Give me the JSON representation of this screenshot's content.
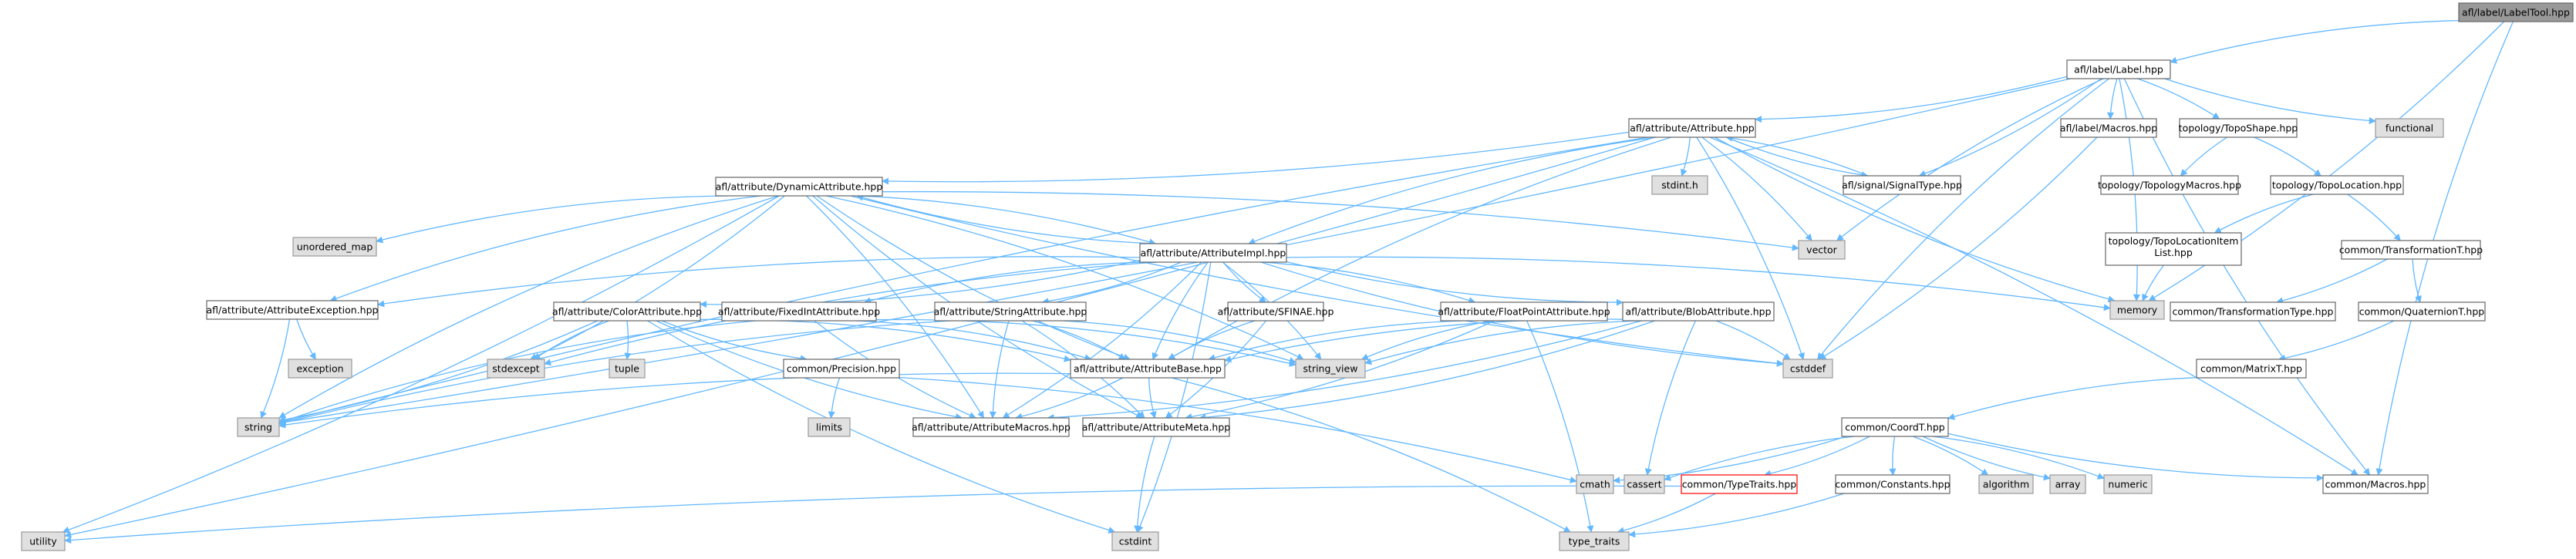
{
  "colors": {
    "edge": "#63b8ff",
    "root_fill": "#999999",
    "root_border": "#666666",
    "file_fill": "#ffffff",
    "file_border": "#666666",
    "system_fill": "#e0e0e0",
    "system_border": "#999999",
    "highlight_border": "#ff0000"
  },
  "nodes": [
    {
      "id": "labeltool",
      "label": "afl/label/LabelTool.hpp",
      "kind": "root"
    },
    {
      "id": "label",
      "label": "afl/label/Label.hpp",
      "kind": "file"
    },
    {
      "id": "attribute",
      "label": "afl/attribute/Attribute.hpp",
      "kind": "file"
    },
    {
      "id": "macros",
      "label": "afl/label/Macros.hpp",
      "kind": "file"
    },
    {
      "id": "topshape",
      "label": "topology/TopoShape.hpp",
      "kind": "file"
    },
    {
      "id": "functional",
      "label": "functional",
      "kind": "system"
    },
    {
      "id": "stdinth",
      "label": "stdint.h",
      "kind": "system"
    },
    {
      "id": "signaltype",
      "label": "afl/signal/SignalType.hpp",
      "kind": "file"
    },
    {
      "id": "topmacros",
      "label": "topology/TopologyMacros.hpp",
      "kind": "file"
    },
    {
      "id": "toploc",
      "label": "topology/TopoLocation.hpp",
      "kind": "file"
    },
    {
      "id": "dynattr",
      "label": "afl/attribute/DynamicAttribute.hpp",
      "kind": "file"
    },
    {
      "id": "unordered_map",
      "label": "unordered_map",
      "kind": "system"
    },
    {
      "id": "vector",
      "label": "vector",
      "kind": "system"
    },
    {
      "id": "toplocitem",
      "label": "topology/TopoLocationItem\nList.hpp",
      "kind": "file"
    },
    {
      "id": "transT",
      "label": "common/TransformationT.hpp",
      "kind": "file"
    },
    {
      "id": "attrimpl",
      "label": "afl/attribute/AttributeImpl.hpp",
      "kind": "file"
    },
    {
      "id": "memory",
      "label": "memory",
      "kind": "system"
    },
    {
      "id": "attrexc",
      "label": "afl/attribute/AttributeException.hpp",
      "kind": "file"
    },
    {
      "id": "colorattr",
      "label": "afl/attribute/ColorAttribute.hpp",
      "kind": "file"
    },
    {
      "id": "fixedint",
      "label": "afl/attribute/FixedIntAttribute.hpp",
      "kind": "file"
    },
    {
      "id": "stringattr",
      "label": "afl/attribute/StringAttribute.hpp",
      "kind": "file"
    },
    {
      "id": "sfinae",
      "label": "afl/attribute/SFINAE.hpp",
      "kind": "file"
    },
    {
      "id": "floatattr",
      "label": "afl/attribute/FloatPointAttribute.hpp",
      "kind": "file"
    },
    {
      "id": "blobattr",
      "label": "afl/attribute/BlobAttribute.hpp",
      "kind": "file"
    },
    {
      "id": "transtype",
      "label": "common/TransformationType.hpp",
      "kind": "file"
    },
    {
      "id": "quatT",
      "label": "common/QuaternionT.hpp",
      "kind": "file"
    },
    {
      "id": "exception",
      "label": "exception",
      "kind": "system"
    },
    {
      "id": "stdexcept",
      "label": "stdexcept",
      "kind": "system"
    },
    {
      "id": "tuple",
      "label": "tuple",
      "kind": "system"
    },
    {
      "id": "precision",
      "label": "common/Precision.hpp",
      "kind": "file"
    },
    {
      "id": "attrbase",
      "label": "afl/attribute/AttributeBase.hpp",
      "kind": "file"
    },
    {
      "id": "string_view",
      "label": "string_view",
      "kind": "system"
    },
    {
      "id": "cstddef",
      "label": "cstddef",
      "kind": "system"
    },
    {
      "id": "matrixT",
      "label": "common/MatrixT.hpp",
      "kind": "file"
    },
    {
      "id": "string",
      "label": "string",
      "kind": "system"
    },
    {
      "id": "limits",
      "label": "limits",
      "kind": "system"
    },
    {
      "id": "attrmacros",
      "label": "afl/attribute/AttributeMacros.hpp",
      "kind": "file"
    },
    {
      "id": "attrmeta",
      "label": "afl/attribute/AttributeMeta.hpp",
      "kind": "file"
    },
    {
      "id": "coordT",
      "label": "common/CoordT.hpp",
      "kind": "file"
    },
    {
      "id": "cmath",
      "label": "cmath",
      "kind": "system"
    },
    {
      "id": "cassert",
      "label": "cassert",
      "kind": "system"
    },
    {
      "id": "typetraitshpp",
      "label": "common/TypeTraits.hpp",
      "kind": "highlight"
    },
    {
      "id": "constants",
      "label": "common/Constants.hpp",
      "kind": "file"
    },
    {
      "id": "algorithm",
      "label": "algorithm",
      "kind": "system"
    },
    {
      "id": "array",
      "label": "array",
      "kind": "system"
    },
    {
      "id": "numeric",
      "label": "numeric",
      "kind": "system"
    },
    {
      "id": "cmacros",
      "label": "common/Macros.hpp",
      "kind": "file"
    },
    {
      "id": "cstdint",
      "label": "cstdint",
      "kind": "system"
    },
    {
      "id": "utility",
      "label": "utility",
      "kind": "system"
    },
    {
      "id": "type_traits",
      "label": "type_traits",
      "kind": "system"
    }
  ],
  "edges": [
    [
      "labeltool",
      "label"
    ],
    [
      "labeltool",
      "memory"
    ],
    [
      "labeltool",
      "cmacros"
    ],
    [
      "label",
      "attribute"
    ],
    [
      "label",
      "macros"
    ],
    [
      "label",
      "topshape"
    ],
    [
      "label",
      "functional"
    ],
    [
      "label",
      "signaltype"
    ],
    [
      "label",
      "vector"
    ],
    [
      "label",
      "memory"
    ],
    [
      "label",
      "cstddef"
    ],
    [
      "label",
      "string"
    ],
    [
      "label",
      "cmacros"
    ],
    [
      "attribute",
      "dynattr"
    ],
    [
      "attribute",
      "attrimpl"
    ],
    [
      "attribute",
      "stdinth"
    ],
    [
      "attribute",
      "signaltype"
    ],
    [
      "attribute",
      "vector"
    ],
    [
      "attribute",
      "memory"
    ],
    [
      "attribute",
      "cstddef"
    ],
    [
      "attribute",
      "string"
    ],
    [
      "attribute",
      "utility"
    ],
    [
      "attribute",
      "attrbase"
    ],
    [
      "attribute",
      "cmacros"
    ],
    [
      "signaltype",
      "attribute"
    ],
    [
      "macros",
      "cstddef"
    ],
    [
      "topshape",
      "topmacros"
    ],
    [
      "topshape",
      "toploc"
    ],
    [
      "toploc",
      "toplocitem"
    ],
    [
      "toploc",
      "transT"
    ],
    [
      "toplocitem",
      "memory"
    ],
    [
      "transT",
      "transtype"
    ],
    [
      "transT",
      "quatT"
    ],
    [
      "quatT",
      "matrixT"
    ],
    [
      "matrixT",
      "coordT"
    ],
    [
      "dynattr",
      "attrimpl"
    ],
    [
      "dynattr",
      "unordered_map"
    ],
    [
      "dynattr",
      "vector"
    ],
    [
      "dynattr",
      "attrexc"
    ],
    [
      "dynattr",
      "stdexcept"
    ],
    [
      "dynattr",
      "string"
    ],
    [
      "dynattr",
      "string_view"
    ],
    [
      "dynattr",
      "cstddef"
    ],
    [
      "dynattr",
      "utility"
    ],
    [
      "dynattr",
      "attrbase"
    ],
    [
      "dynattr",
      "attrmacros"
    ],
    [
      "dynattr",
      "attrmeta"
    ],
    [
      "attrimpl",
      "dynattr"
    ],
    [
      "attrimpl",
      "attrexc"
    ],
    [
      "attrimpl",
      "colorattr"
    ],
    [
      "attrimpl",
      "fixedint"
    ],
    [
      "attrimpl",
      "stringattr"
    ],
    [
      "attrimpl",
      "sfinae"
    ],
    [
      "attrimpl",
      "floatattr"
    ],
    [
      "attrimpl",
      "blobattr"
    ],
    [
      "attrimpl",
      "memory"
    ],
    [
      "attrimpl",
      "stdexcept"
    ],
    [
      "attrimpl",
      "string_view"
    ],
    [
      "attrimpl",
      "cstddef"
    ],
    [
      "attrimpl",
      "cstdint"
    ],
    [
      "attrimpl",
      "attrbase"
    ],
    [
      "attrimpl",
      "attrmacros"
    ],
    [
      "attrexc",
      "exception"
    ],
    [
      "attrexc",
      "string"
    ],
    [
      "colorattr",
      "stdexcept"
    ],
    [
      "colorattr",
      "tuple"
    ],
    [
      "colorattr",
      "precision"
    ],
    [
      "colorattr",
      "attrbase"
    ],
    [
      "colorattr",
      "attrmacros"
    ],
    [
      "colorattr",
      "string"
    ],
    [
      "colorattr",
      "cstdint"
    ],
    [
      "fixedint",
      "attrbase"
    ],
    [
      "fixedint",
      "attrmacros"
    ],
    [
      "fixedint",
      "string_view"
    ],
    [
      "fixedint",
      "string"
    ],
    [
      "stringattr",
      "attrbase"
    ],
    [
      "stringattr",
      "attrmacros"
    ],
    [
      "stringattr",
      "string_view"
    ],
    [
      "stringattr",
      "string"
    ],
    [
      "stringattr",
      "attrmeta"
    ],
    [
      "sfinae",
      "attrbase"
    ],
    [
      "sfinae",
      "attrmeta"
    ],
    [
      "floatattr",
      "attrbase"
    ],
    [
      "floatattr",
      "attrmeta"
    ],
    [
      "floatattr",
      "string_view"
    ],
    [
      "floatattr",
      "type_traits"
    ],
    [
      "blobattr",
      "attrbase"
    ],
    [
      "blobattr",
      "attrmeta"
    ],
    [
      "blobattr",
      "string_view"
    ],
    [
      "blobattr",
      "cstddef"
    ],
    [
      "blobattr",
      "cassert"
    ],
    [
      "blobattr",
      "attrmacros"
    ],
    [
      "precision",
      "limits"
    ],
    [
      "precision",
      "cmath"
    ],
    [
      "attrbase",
      "string"
    ],
    [
      "attrbase",
      "attrmacros"
    ],
    [
      "attrbase",
      "attrmeta"
    ],
    [
      "attrbase",
      "type_traits"
    ],
    [
      "attrmeta",
      "cstdint"
    ],
    [
      "coordT",
      "cmath"
    ],
    [
      "coordT",
      "cassert"
    ],
    [
      "coordT",
      "typetraitshpp"
    ],
    [
      "coordT",
      "constants"
    ],
    [
      "coordT",
      "algorithm"
    ],
    [
      "coordT",
      "array"
    ],
    [
      "coordT",
      "numeric"
    ],
    [
      "coordT",
      "cmacros"
    ],
    [
      "typetraitshpp",
      "type_traits"
    ],
    [
      "typetraitshpp",
      "utility"
    ],
    [
      "constants",
      "type_traits"
    ]
  ]
}
